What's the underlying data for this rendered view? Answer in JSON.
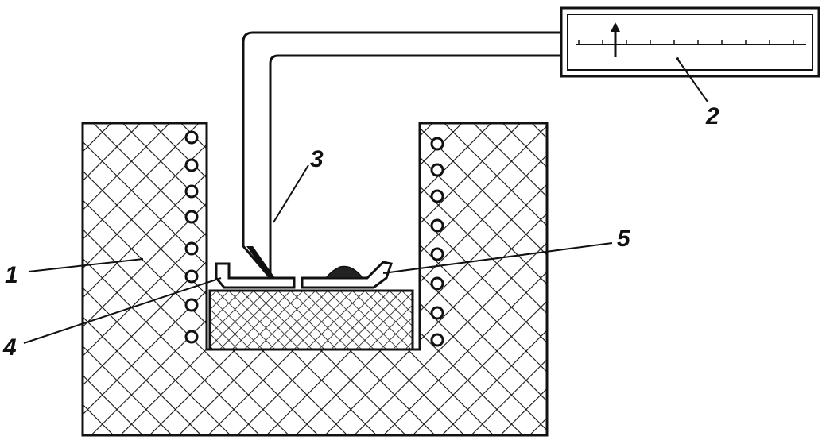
{
  "labels": {
    "furnace_body": "1",
    "meter": "2",
    "thermocouple": "3",
    "crucible": "4",
    "sample": "5"
  },
  "colors": {
    "ink": "#111111",
    "paper": "#ffffff"
  }
}
